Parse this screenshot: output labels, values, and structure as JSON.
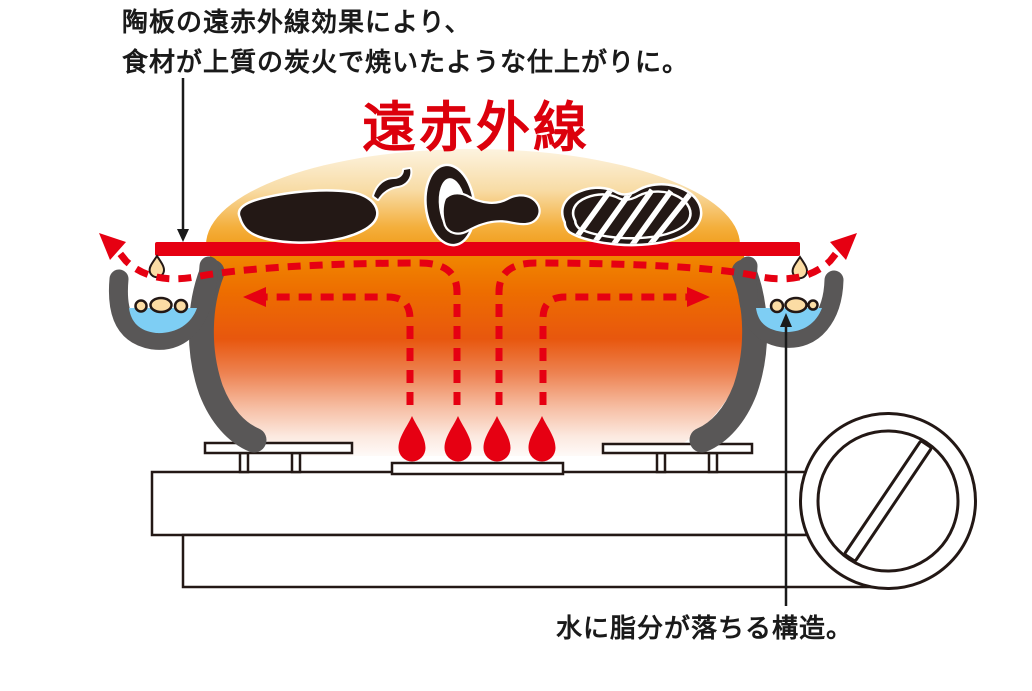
{
  "title": {
    "text": "遠赤外線"
  },
  "annotations": {
    "top_line1": "陶板の遠赤外線効果により、",
    "top_line2": "食材が上質の炭火で焼いたような仕上がりに。",
    "bottom": "水に脂分が落ちる構造。"
  },
  "colors": {
    "red": "#e60012",
    "title_red": "#dc000c",
    "outline": "#231815",
    "text_black": "#1a1a1a",
    "gray": "#595757",
    "water_blue": "#7ecef4",
    "oil_cream": "#fbdca4",
    "white": "#ffffff",
    "dome_g1": "#fdf4e1",
    "dome_g2": "#f8dca6",
    "dome_g3": "#f4af3c",
    "dome_g4": "#f0930b",
    "body_g1": "#f18a00",
    "body_g2": "#ed6d00",
    "body_g3": "#e8570e",
    "body_g4": "#ed8251",
    "body_g5": "#f6bda2",
    "body_g6": "#fce9e0",
    "body_g7": "#ffffff"
  },
  "icons": [
    {
      "name": "eggplant-icon",
      "meaning": "eggplant silhouette on grill plate"
    },
    {
      "name": "mushroom-icon",
      "meaning": "shiitake mushroom silhouette on grill plate"
    },
    {
      "name": "steak-icon",
      "meaning": "hatched steak silhouette on grill plate"
    },
    {
      "name": "flame-icon",
      "meaning": "gas burner flame"
    },
    {
      "name": "oil-droplet-icon",
      "meaning": "fat dripping from plate edge"
    },
    {
      "name": "control-knob-icon",
      "meaning": "stove control knob"
    },
    {
      "name": "heat-flow-arrow-icon",
      "meaning": "far-infrared heat circulation arrow"
    }
  ]
}
